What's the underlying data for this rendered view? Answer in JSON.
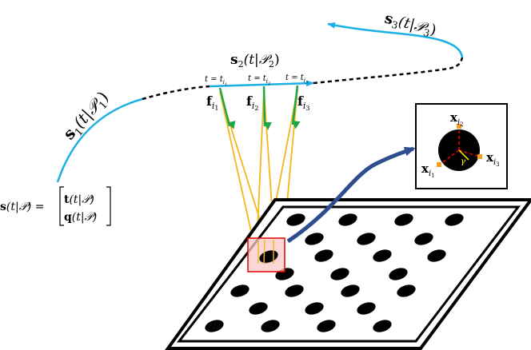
{
  "labels": {
    "s1": {
      "base": "s",
      "sub": "1",
      "arg": "(t|𝒫",
      "argsub": "1",
      "close": ")"
    },
    "s2": {
      "base": "s",
      "sub": "2",
      "arg": "(t|𝒫",
      "argsub": "2",
      "close": ")"
    },
    "s3": {
      "base": "s",
      "sub": "3",
      "arg": "(t|𝒫",
      "argsub": "3",
      "close": ")"
    },
    "t1": {
      "text": "t = t",
      "sub1": "i",
      "sub2": "1"
    },
    "t2": {
      "text": "t = t",
      "sub1": "i",
      "sub2": "2"
    },
    "t3": {
      "text": "t = t",
      "sub1": "i",
      "sub2": "3"
    },
    "f1": {
      "base": "f",
      "sub1": "i",
      "sub2": "1"
    },
    "f2": {
      "base": "f",
      "sub1": "i",
      "sub2": "2"
    },
    "f3": {
      "base": "f",
      "sub1": "i",
      "sub2": "3"
    },
    "x1": {
      "base": "x",
      "sub1": "i",
      "sub2": "1"
    },
    "x2": {
      "base": "x",
      "sub1": "i",
      "sub2": "2"
    },
    "x3": {
      "base": "x",
      "sub1": "i",
      "sub2": "3"
    },
    "gamma": "γ",
    "eq": {
      "lhs_base": "s",
      "lhs_arg": "(t|𝒫) =",
      "row1_base": "t",
      "row1_arg": "(t|𝒫)",
      "row2_base": "q",
      "row2_arg": "(t|𝒫)"
    }
  },
  "colors": {
    "trajectory_known": "#1ab0e6",
    "trajectory_unknown": "#000000",
    "observation_arrow": "#1aa84a",
    "ray": "#f5b81a",
    "highlight_fill": "#f8c8c8",
    "highlight_stroke": "#e00000",
    "zoom_arrow": "#2e4d8f",
    "axes_dashed": "#e00000",
    "keypoint": "#f5a020",
    "gamma_radius": "#ffff00"
  }
}
